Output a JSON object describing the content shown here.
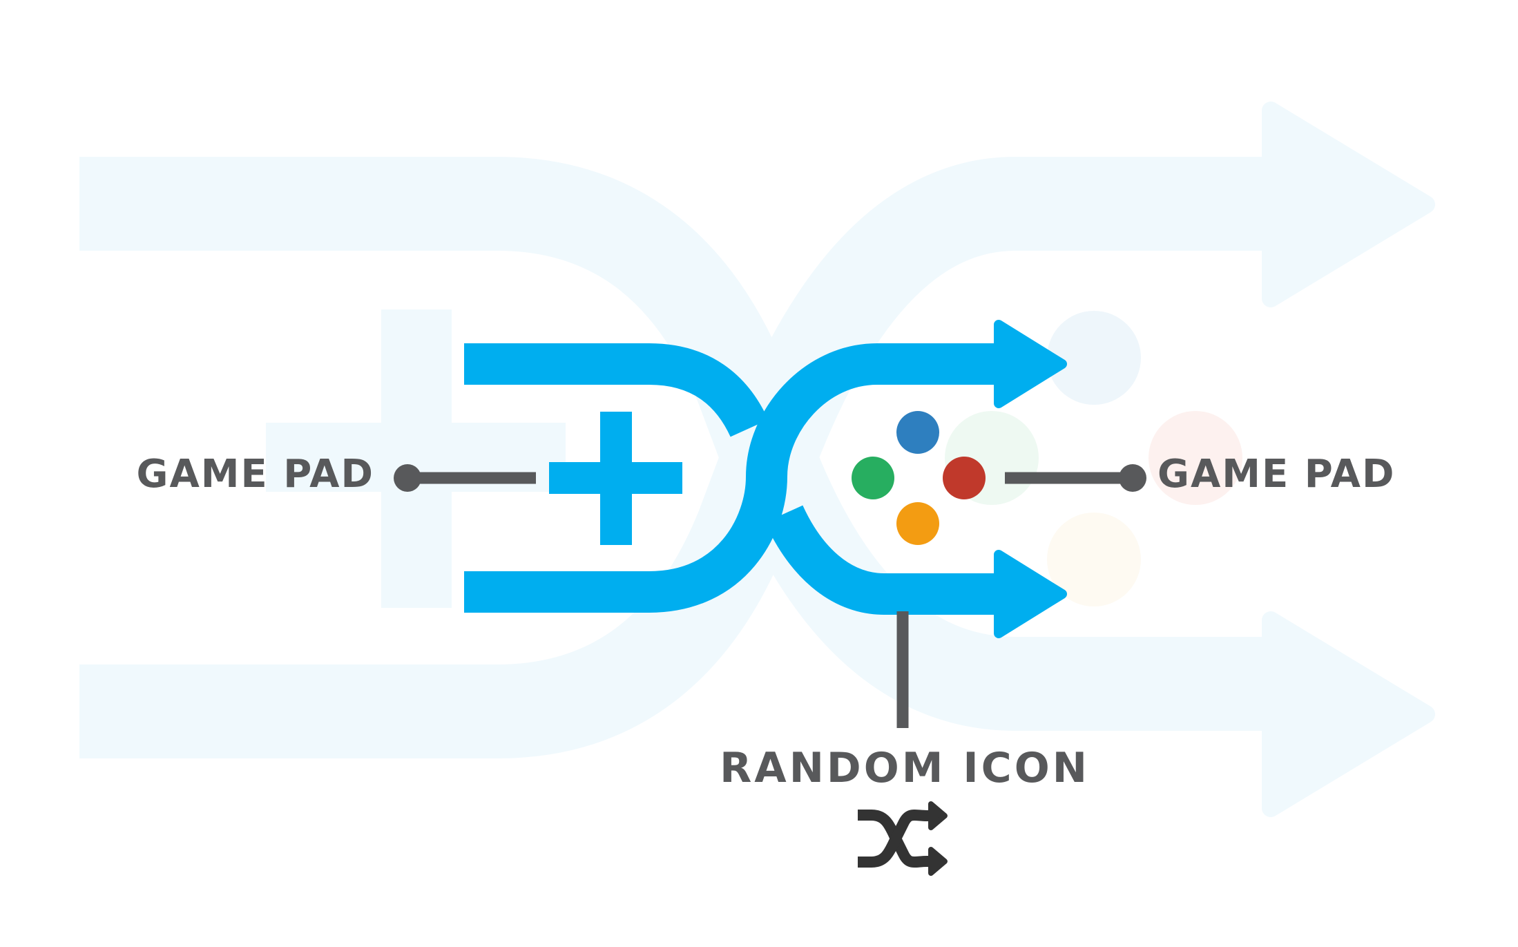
{
  "labels": {
    "left": "GAME PAD",
    "right": "GAME PAD",
    "bottom": "RANDOM ICON"
  },
  "icons": {
    "main": "shuffle-icon",
    "plus": "dpad-plus-icon",
    "buttons": "gamepad-buttons-icon",
    "small": "shuffle-icon"
  },
  "colors": {
    "accent": "#00aeef",
    "watermark": "#f0f9fd",
    "connector": "#58595b",
    "button_blue": "#2e7fbf",
    "button_green": "#27ae60",
    "button_red": "#c0392b",
    "button_orange": "#f39c12",
    "small_icon": "#333333"
  }
}
